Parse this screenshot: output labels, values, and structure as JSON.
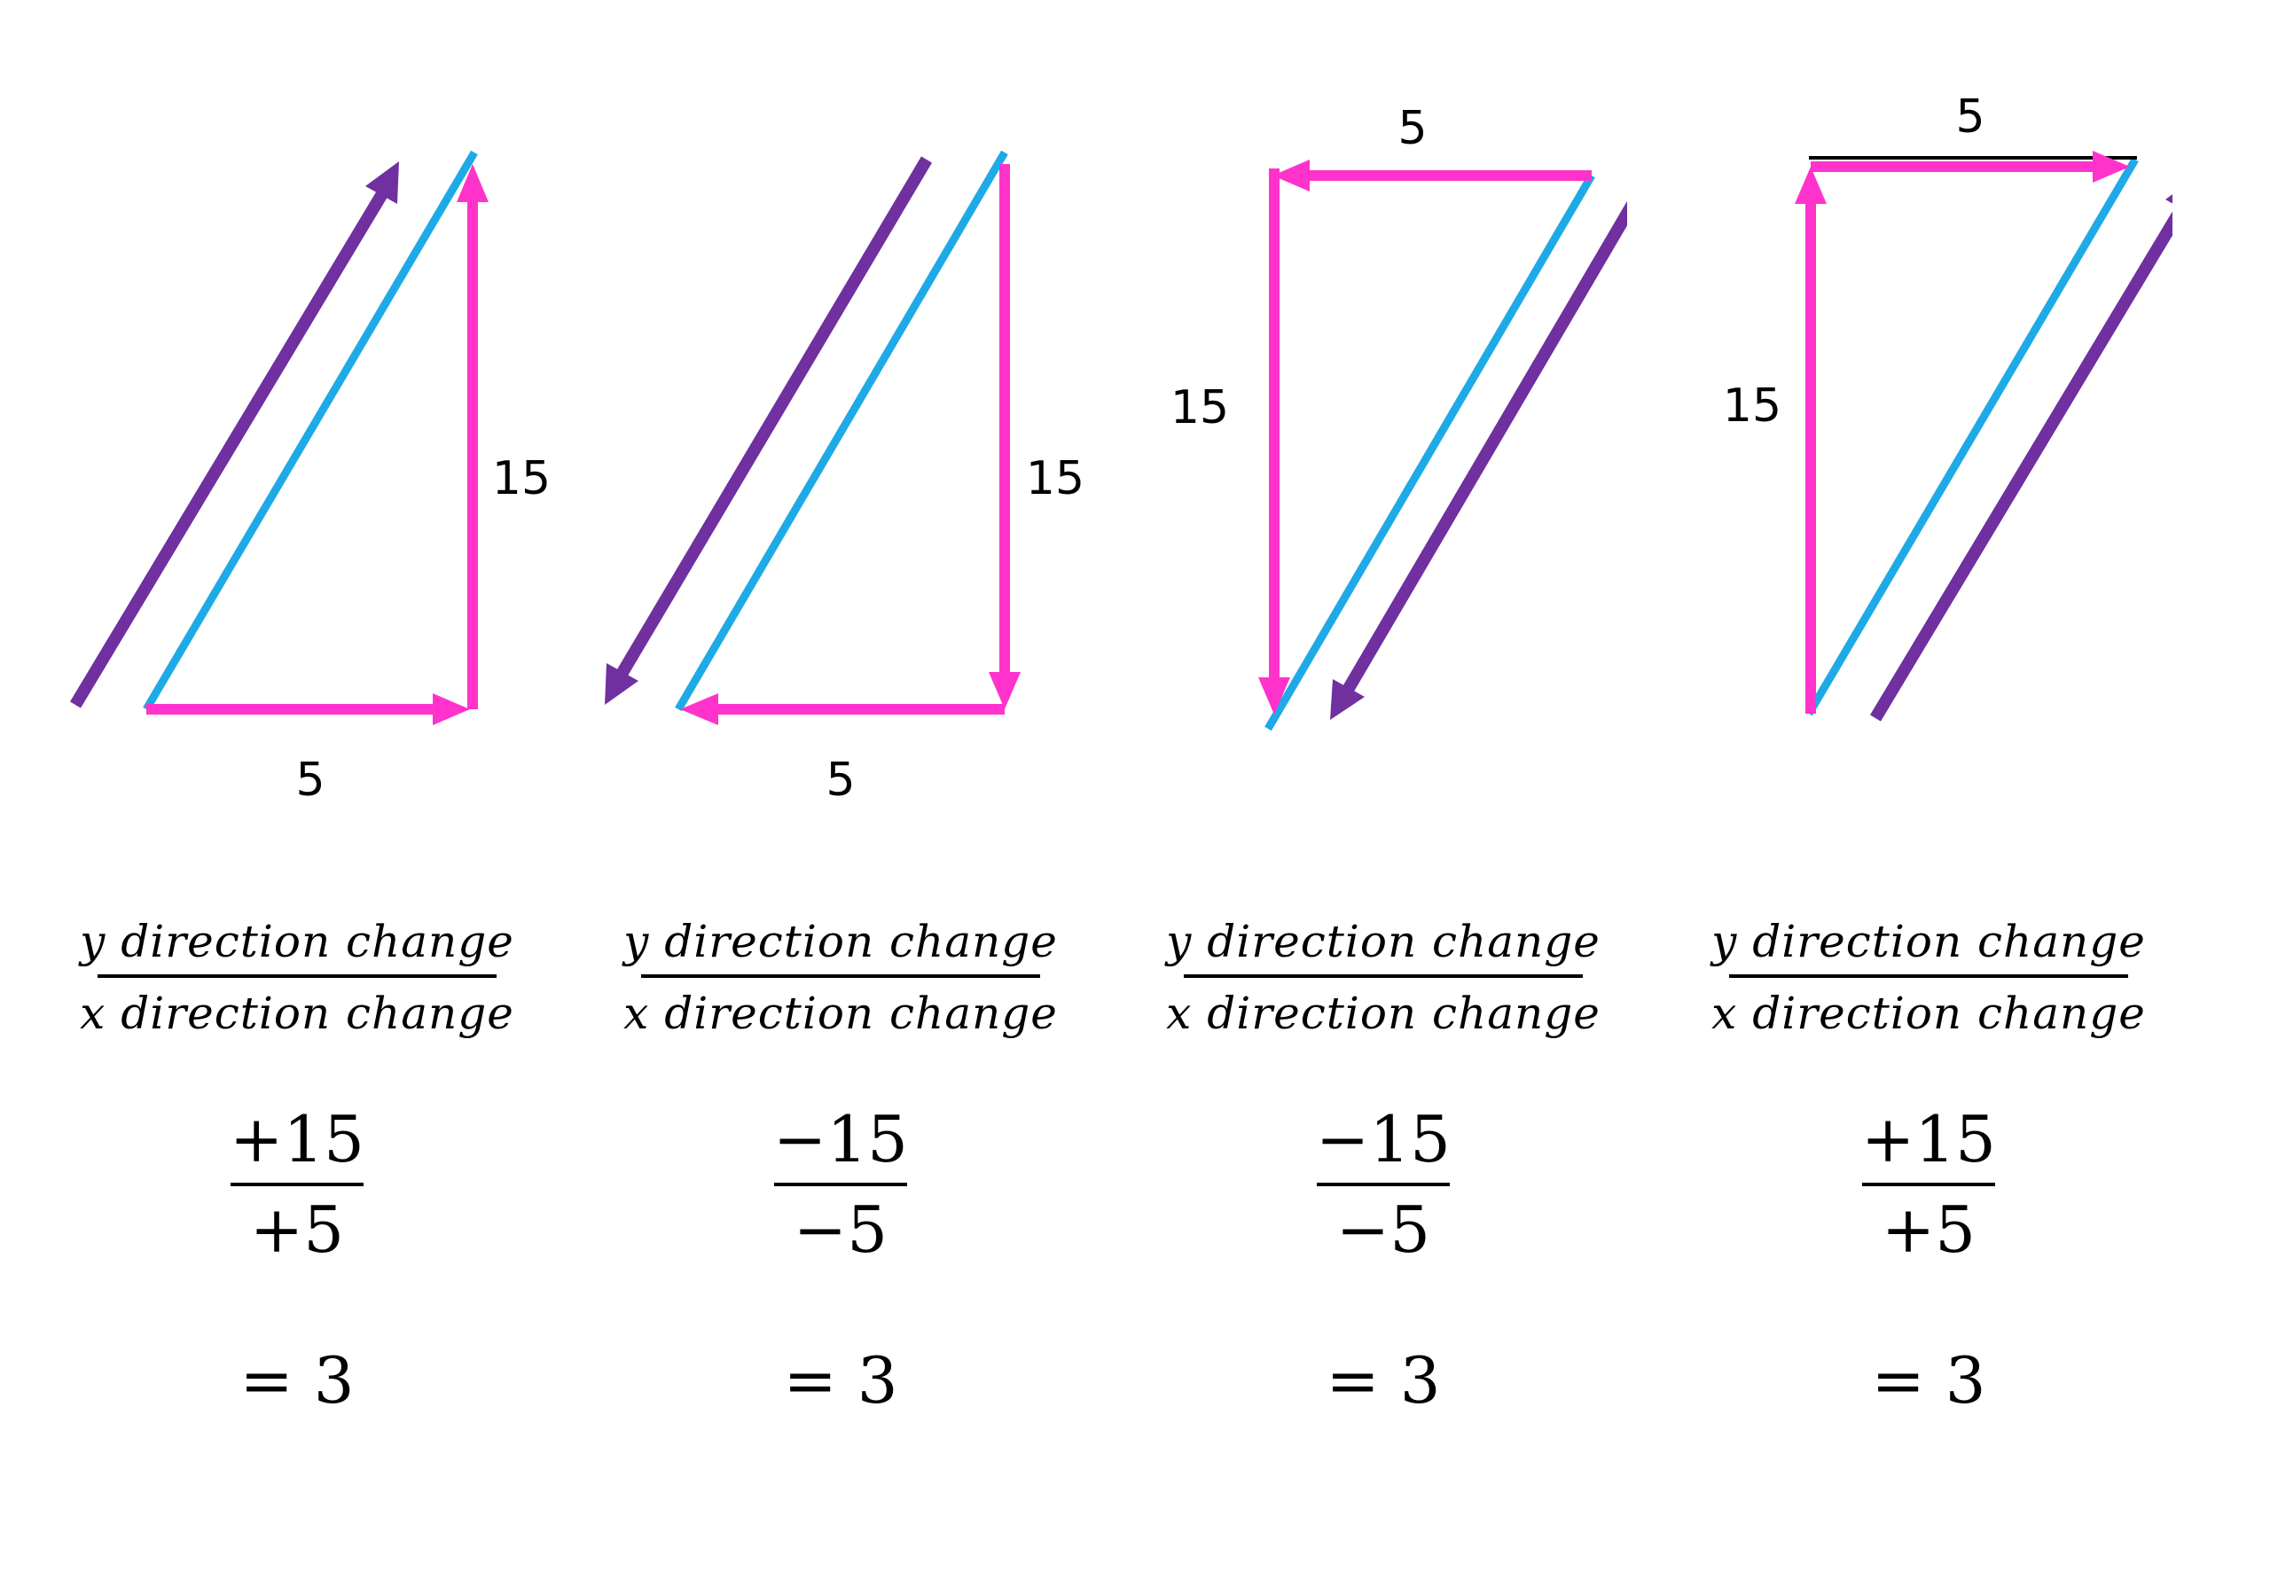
{
  "colors": {
    "rise_run": "#ff33cc",
    "line": "#1eaae6",
    "direction": "#7030a0"
  },
  "panels": [
    {
      "horizontal_label": "5",
      "vertical_label": "15",
      "fraction_numerator_text": "y direction change",
      "fraction_denominator_text": "x direction change",
      "numerator": "+15",
      "denominator": "+5",
      "result": "= 3"
    },
    {
      "horizontal_label": "5",
      "vertical_label": "15",
      "fraction_numerator_text": "y direction change",
      "fraction_denominator_text": "x direction change",
      "numerator": "−15",
      "denominator": "−5",
      "result": "= 3"
    },
    {
      "horizontal_label": "5",
      "vertical_label": "15",
      "fraction_numerator_text": "y direction change",
      "fraction_denominator_text": "x direction change",
      "numerator": "−15",
      "denominator": "−5",
      "result": "= 3"
    },
    {
      "horizontal_label": "5",
      "vertical_label": "15",
      "fraction_numerator_text": "y direction change",
      "fraction_denominator_text": "x direction change",
      "numerator": "+15",
      "denominator": "+5",
      "result": "= 3"
    }
  ]
}
